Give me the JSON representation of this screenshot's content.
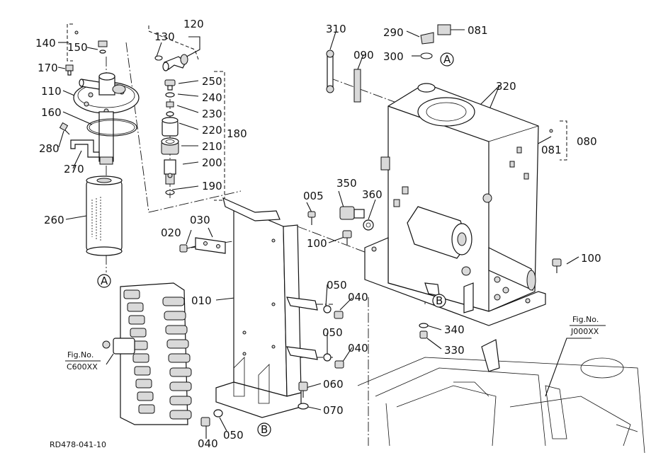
{
  "document_id": "RD478-041-10",
  "references": [
    {
      "line1": "Fig.No.",
      "line2": "C600XX"
    },
    {
      "line1": "Fig.No.",
      "line2": "J000XX"
    }
  ],
  "connection_markers": [
    "A",
    "A",
    "B",
    "B"
  ],
  "callouts": [
    "140",
    "150",
    "170",
    "110",
    "160",
    "280",
    "270",
    "260",
    "130",
    "120",
    "250",
    "240",
    "230",
    "220",
    "210",
    "200",
    "190",
    "180",
    "020",
    "030",
    "010",
    "005",
    "350",
    "360",
    "100",
    "050",
    "040",
    "050",
    "040",
    "060",
    "070",
    "050",
    "040",
    "310",
    "090",
    "290",
    "300",
    "081",
    "320",
    "081",
    "080",
    "100",
    "340",
    "330"
  ]
}
